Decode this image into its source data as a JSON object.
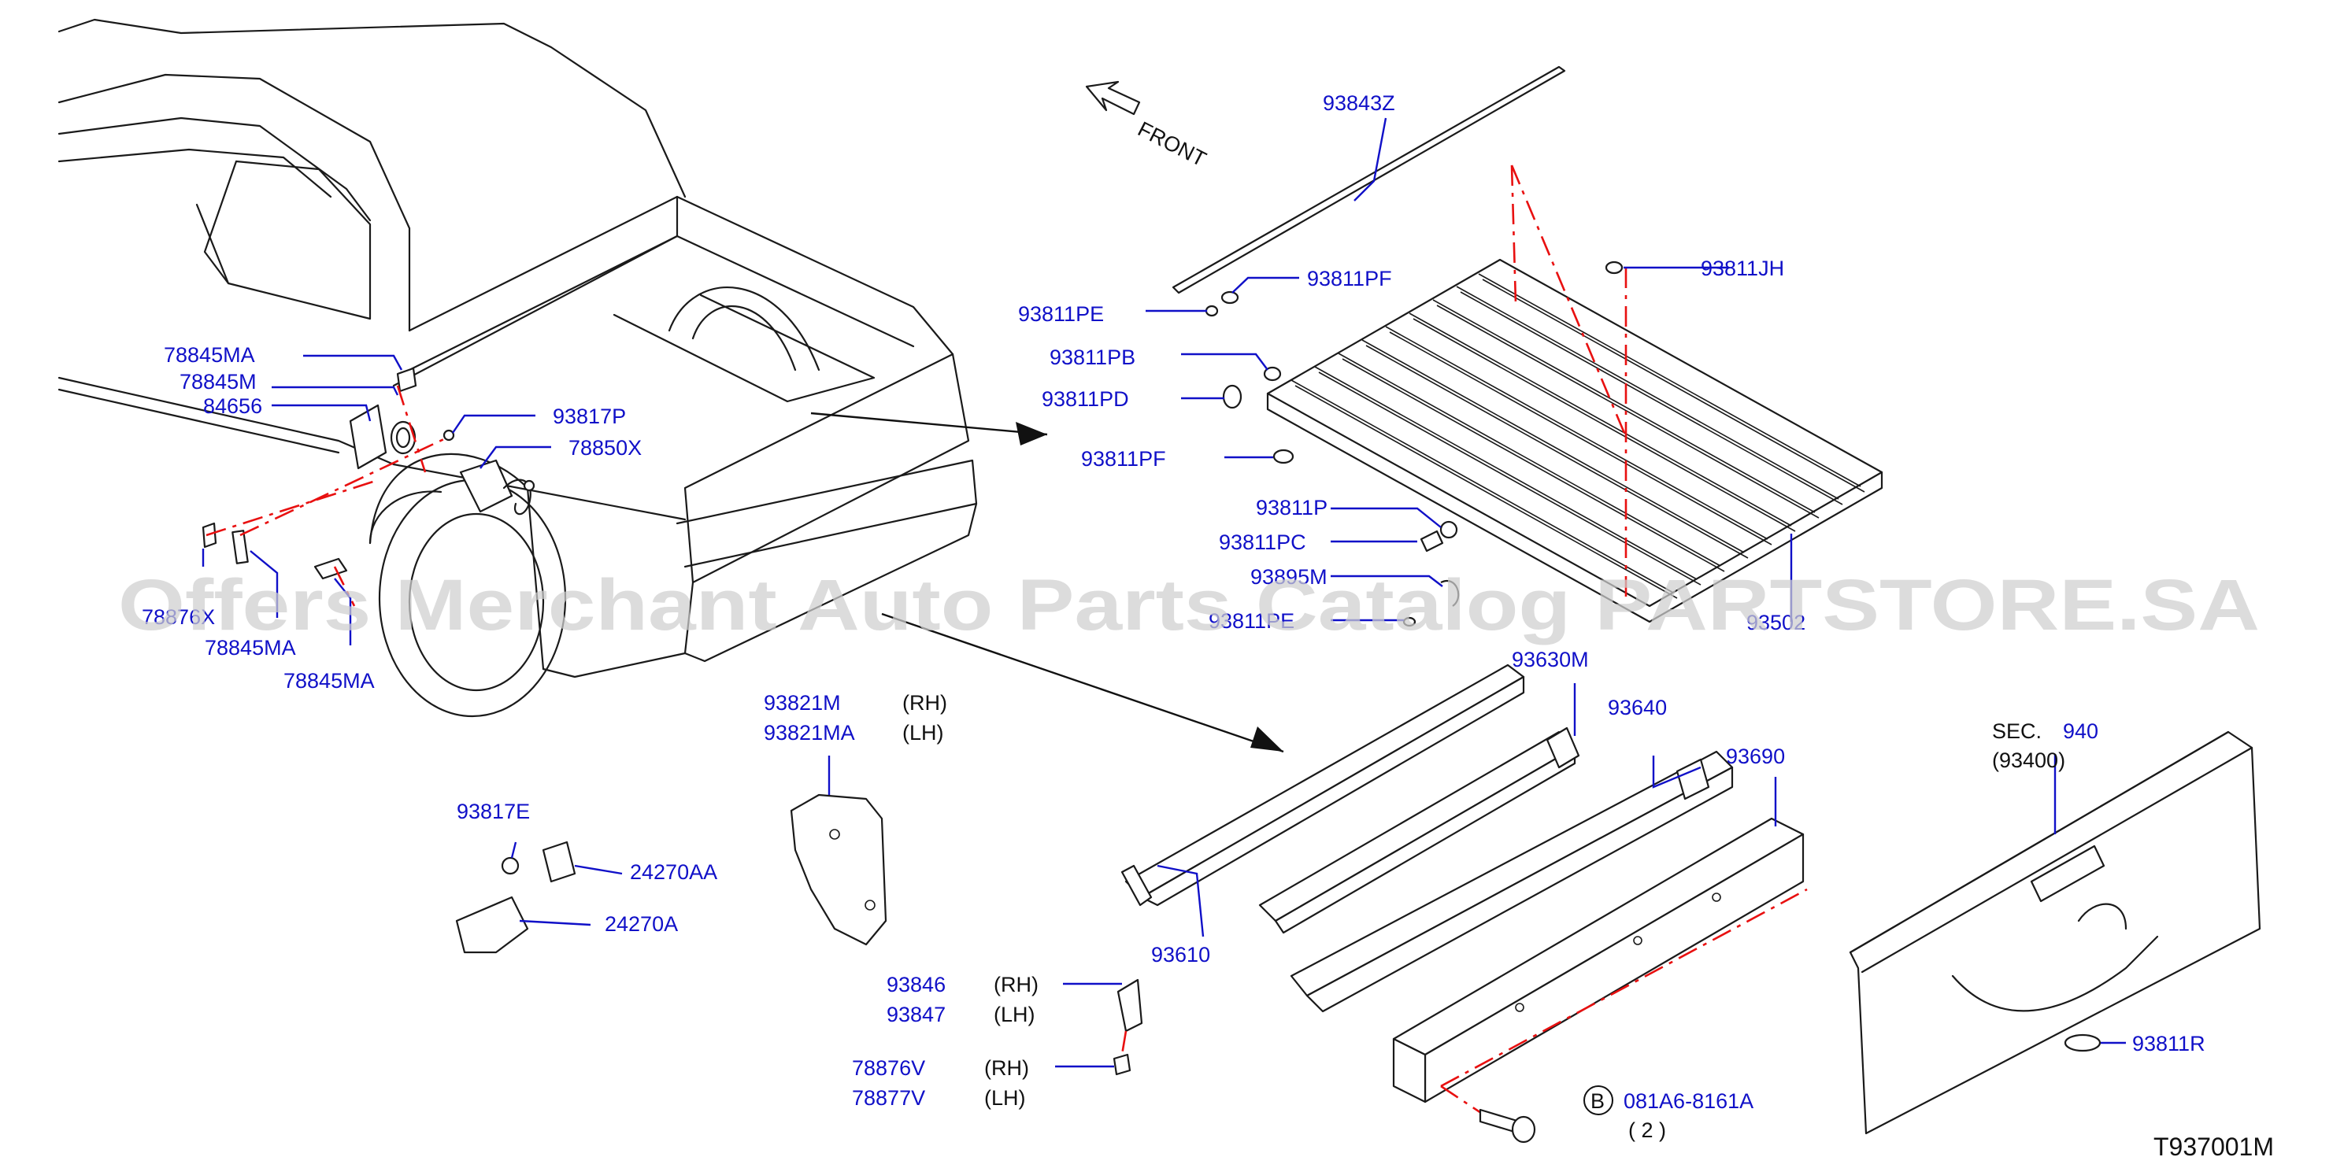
{
  "diagram": {
    "front_label": "FRONT",
    "diagram_code": "T937001M",
    "watermark": "Offers Merchant Auto Parts Catalog PARTSTORE.SA",
    "sec": {
      "label": "SEC.",
      "number": "940",
      "sub": "(93400)"
    },
    "bolt": {
      "marker": "B",
      "part": "081A6-8161A",
      "qty": "( 2 )"
    },
    "parts": {
      "p93843Z": "93843Z",
      "p93811PF_a": "93811PF",
      "p93811JH": "93811JH",
      "p93811PE_a": "93811PE",
      "p93811PB": "93811PB",
      "p93811PD": "93811PD",
      "p93811PF_b": "93811PF",
      "p93811P": "93811P",
      "p93811PC": "93811PC",
      "p93895M": "93895M",
      "p93811PE_b": "93811PE",
      "p93502": "93502",
      "p78845MA_a": "78845MA",
      "p78845M": "78845M",
      "p84656": "84656",
      "p93817P": "93817P",
      "p78850X": "78850X",
      "p78876X": "78876X",
      "p78845MA_b": "78845MA",
      "p78845MA_c": "78845MA",
      "p93821M": "93821M",
      "p93821MA": "93821MA",
      "p93630M": "93630M",
      "p93640": "93640",
      "p93690": "93690",
      "p93817E": "93817E",
      "p24270AA": "24270AA",
      "p24270A": "24270A",
      "p93610": "93610",
      "p93846": "93846",
      "p93847": "93847",
      "p78876V": "78876V",
      "p78877V": "78877V",
      "p93811R": "93811R"
    },
    "sides": {
      "rh": "(RH)",
      "lh": "(LH)"
    }
  }
}
